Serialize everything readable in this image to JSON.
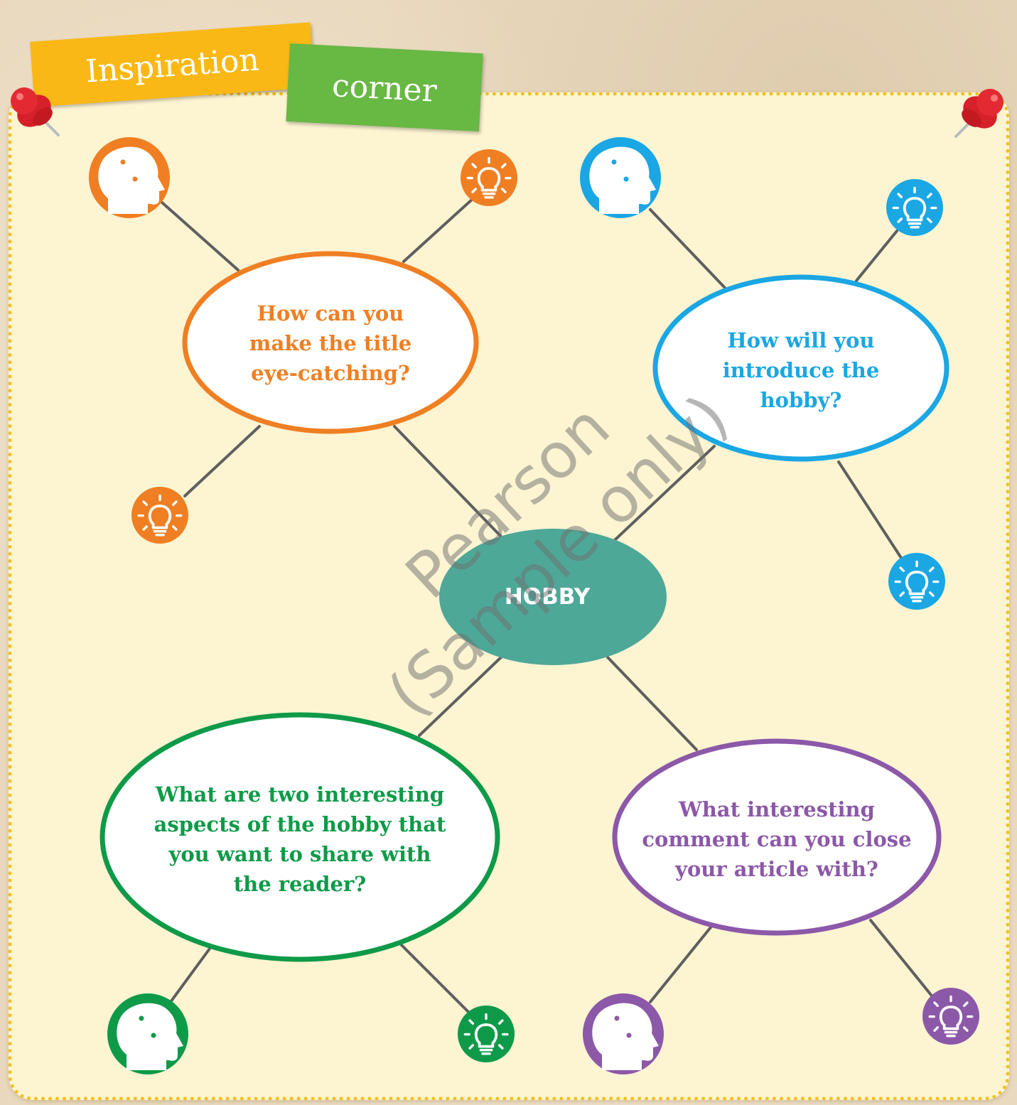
{
  "header": {
    "tag_1": "Inspiration",
    "tag_2": "corner"
  },
  "center": {
    "label": "HOBBY"
  },
  "bubbles": [
    {
      "lines": [
        "How can you",
        "make the title",
        "eye-catching?"
      ],
      "color": "#ef7f22"
    },
    {
      "lines": [
        "How will you",
        "introduce the",
        "hobby?"
      ],
      "color": "#1aa7e3"
    },
    {
      "lines": [
        "What are two interesting",
        "aspects of the hobby that",
        "you want to share with",
        "the reader?"
      ],
      "color": "#0e9a48"
    },
    {
      "lines": [
        "What interesting",
        "comment can you close",
        "your article with?"
      ],
      "color": "#8c58a8"
    }
  ],
  "icons": [
    "head-gears-icon",
    "lightbulb-icon",
    "pushpin-icon"
  ],
  "watermark": {
    "line_1": "Pearson",
    "line_2": "(Sample only)"
  },
  "colors": {
    "center": "#4ea898",
    "connector": "#5f5f5f",
    "board": "#fdf4d2",
    "border": "#f2c11a"
  }
}
